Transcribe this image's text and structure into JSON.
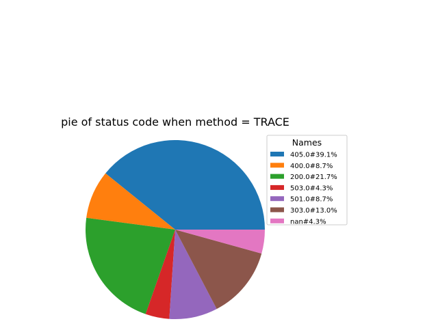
{
  "chart_data": {
    "type": "pie",
    "title": "pie of status code when method = TRACE",
    "legend_title": "Names",
    "legend_position": "right",
    "slices": [
      {
        "label": "405.0#39.1%",
        "value": 39.1,
        "color": "#1f77b4"
      },
      {
        "label": "400.0#8.7%",
        "value": 8.7,
        "color": "#ff7f0e"
      },
      {
        "label": "200.0#21.7%",
        "value": 21.7,
        "color": "#2ca02c"
      },
      {
        "label": "503.0#4.3%",
        "value": 4.3,
        "color": "#d62728"
      },
      {
        "label": "501.0#8.7%",
        "value": 8.7,
        "color": "#9467bd"
      },
      {
        "label": "303.0#13.0%",
        "value": 13.0,
        "color": "#8c564b"
      },
      {
        "label": "nan#4.3%",
        "value": 4.3,
        "color": "#e377c2"
      }
    ]
  }
}
